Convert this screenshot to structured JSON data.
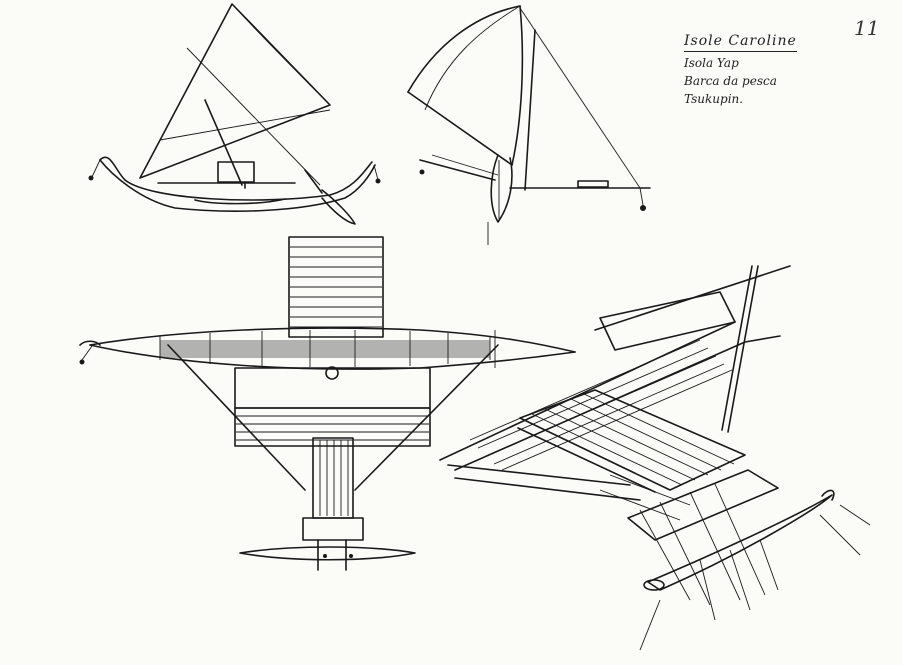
{
  "caption": {
    "title": "Isole Caroline",
    "lines": [
      "Isola Yap",
      "Barca da pesca",
      "Tsukupin."
    ]
  },
  "page_number": "11",
  "illustrations": [
    {
      "name": "canoe-side-view-sail"
    },
    {
      "name": "canoe-end-view-sail"
    },
    {
      "name": "canoe-top-view"
    },
    {
      "name": "canoe-perspective-view"
    }
  ]
}
